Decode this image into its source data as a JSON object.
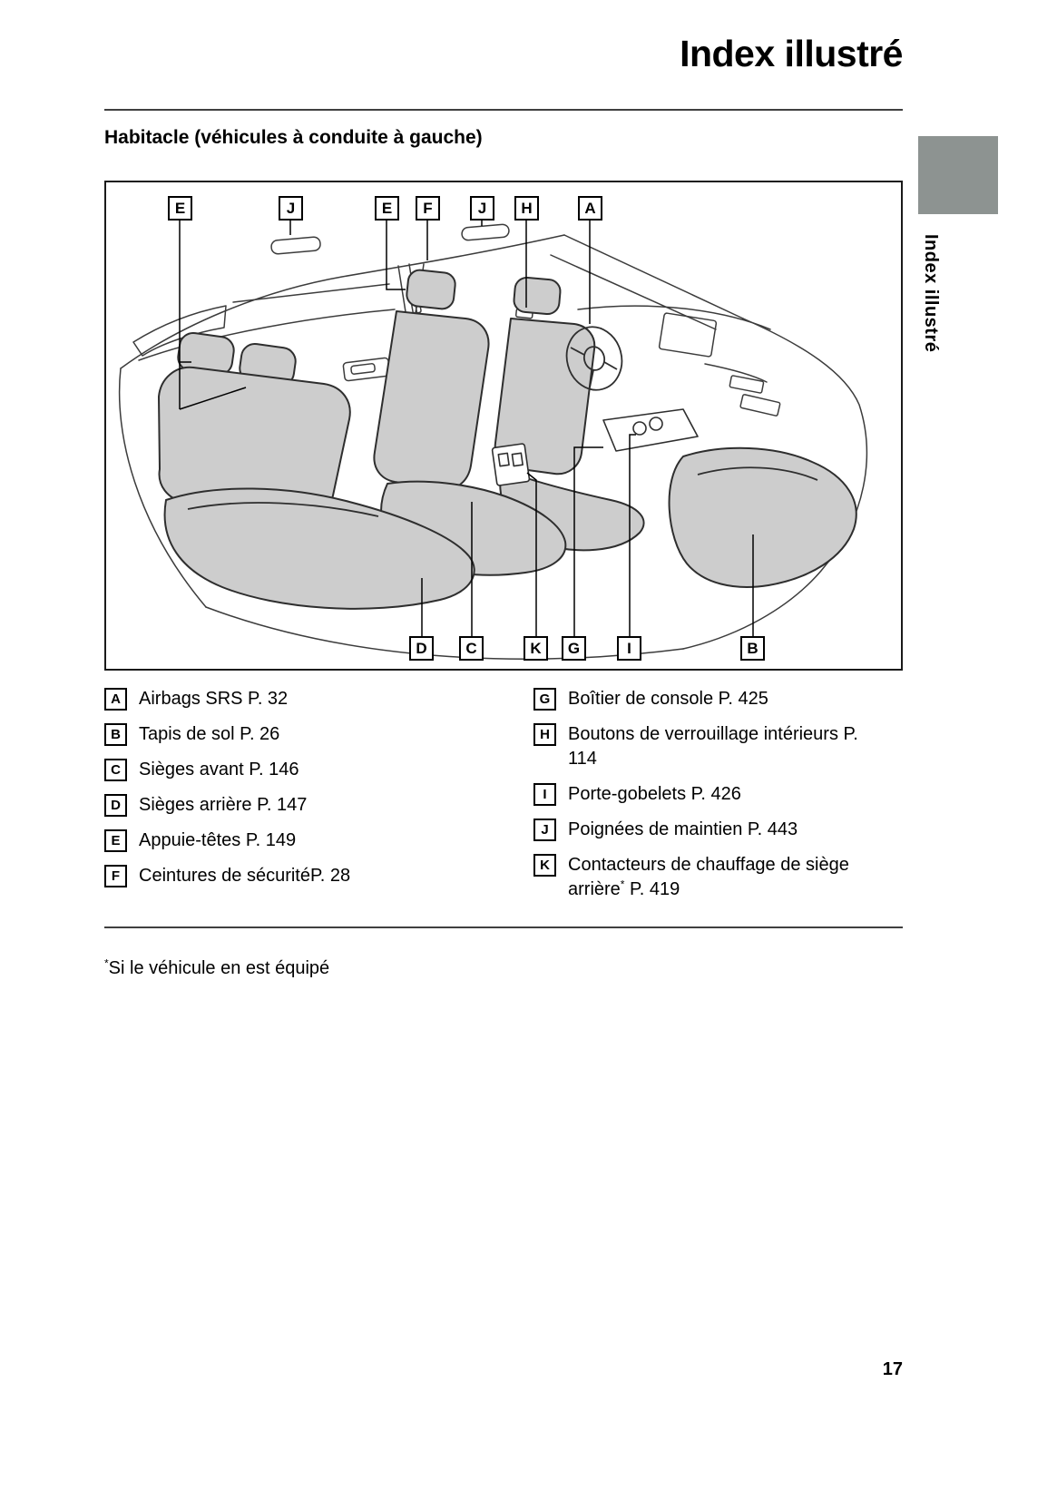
{
  "page": {
    "title": "Index illustré",
    "section_heading": "Habitacle (véhicules à conduite à gauche)",
    "side_tab": "Index illustré",
    "footnote_sup": "*",
    "footnote_text": "Si le véhicule en est équipé",
    "page_number": "17"
  },
  "diagram": {
    "top_labels": [
      "E",
      "J",
      "E",
      "F",
      "J",
      "H",
      "A"
    ],
    "bottom_labels": [
      "D",
      "C",
      "K",
      "G",
      "I",
      "B"
    ]
  },
  "legend": {
    "left": [
      {
        "letter": "A",
        "text": "Airbags SRS",
        "sup": "",
        "page": " P. 32"
      },
      {
        "letter": "B",
        "text": "Tapis de sol",
        "sup": "",
        "page": " P. 26"
      },
      {
        "letter": "C",
        "text": "Sièges avant",
        "sup": "",
        "page": " P. 146"
      },
      {
        "letter": "D",
        "text": "Sièges arrière",
        "sup": "",
        "page": " P. 147"
      },
      {
        "letter": "E",
        "text": "Appuie-têtes",
        "sup": "",
        "page": " P. 149"
      },
      {
        "letter": "F",
        "text": "Ceintures de sécurité",
        "sup": "",
        "page": "P. 28"
      }
    ],
    "right": [
      {
        "letter": "G",
        "text": "Boîtier de console",
        "sup": "",
        "page": " P. 425"
      },
      {
        "letter": "H",
        "text": "Boutons de verrouillage intérieurs",
        "sup": "",
        "page": " P. 114"
      },
      {
        "letter": "I",
        "text": "Porte-gobelets",
        "sup": "",
        "page": " P. 426"
      },
      {
        "letter": "J",
        "text": "Poignées de maintien",
        "sup": "",
        "page": " P. 443"
      },
      {
        "letter": "K",
        "text": "Contacteurs de chauffage de siège arrière",
        "sup": "*",
        "page": " P. 419"
      }
    ]
  },
  "colors": {
    "tab_gray": "#8d9391",
    "seat_fill": "#cdcdcd",
    "line": "#2e2e2e"
  }
}
